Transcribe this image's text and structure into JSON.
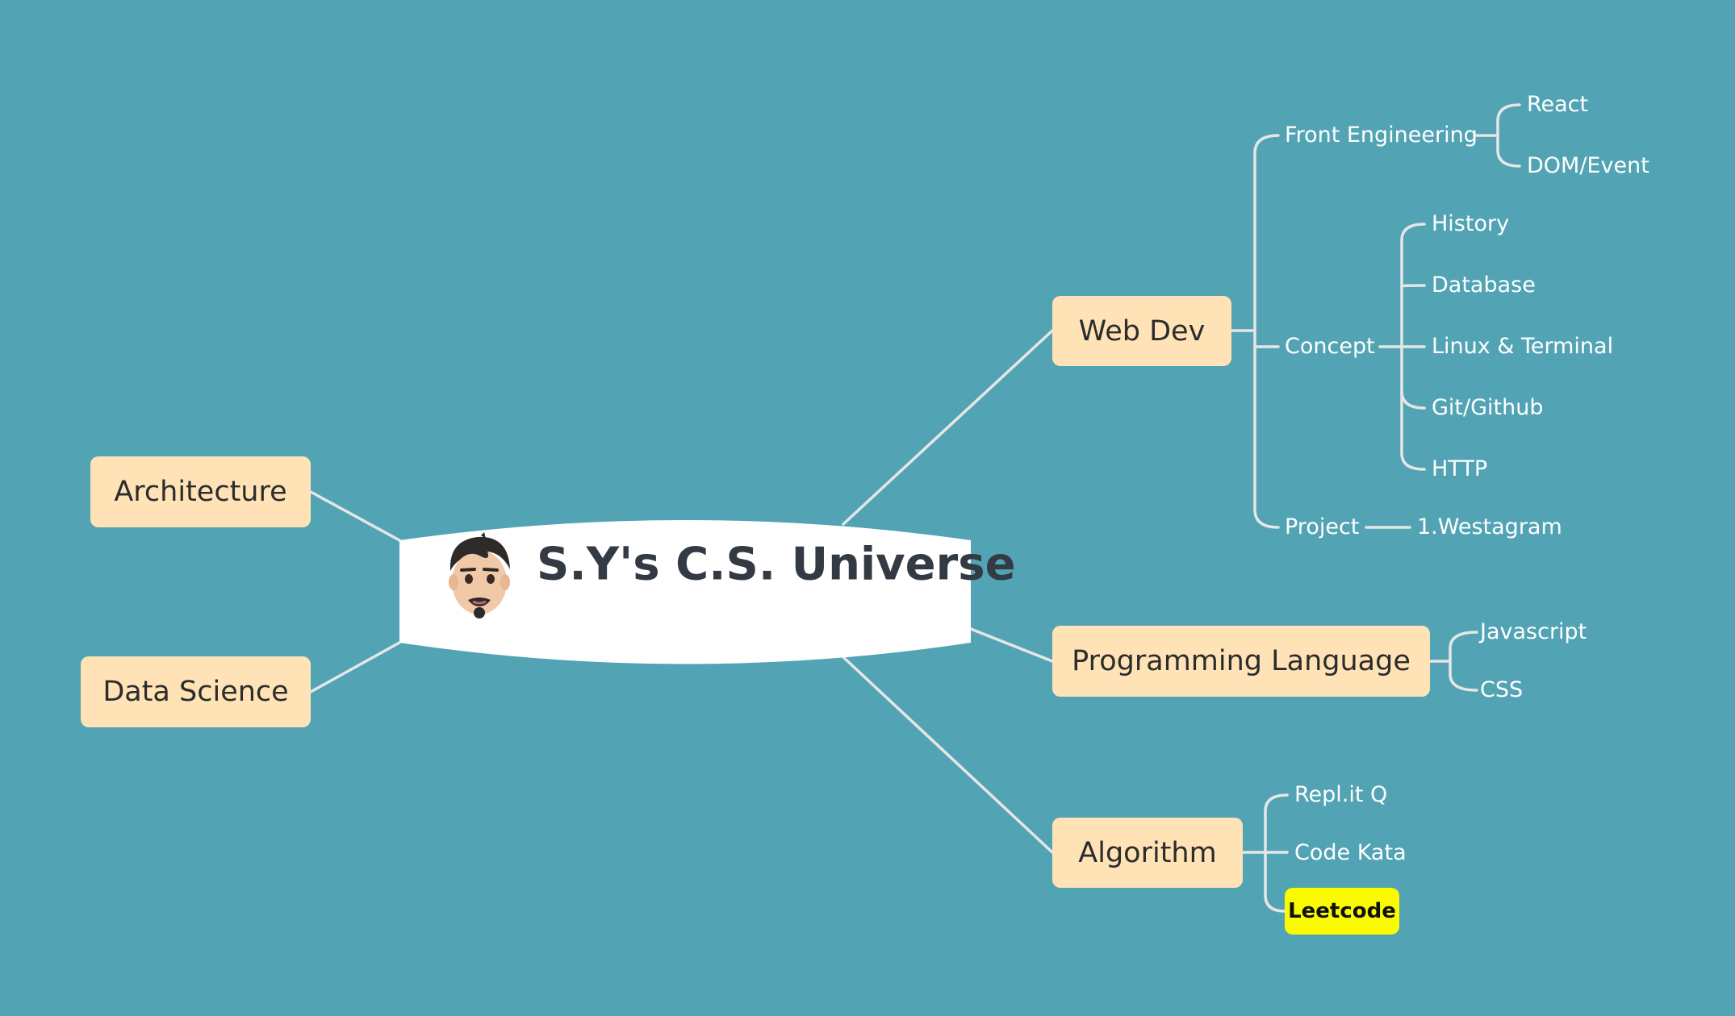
{
  "root": {
    "title": "S.Y's C.S. Universe",
    "avatar_icon": "memoji-avatar-icon"
  },
  "left": {
    "architecture": "Architecture",
    "data_science": "Data Science"
  },
  "webdev": {
    "label": "Web Dev",
    "front": {
      "label": "Front Engineering",
      "react": "React",
      "dom": "DOM/Event"
    },
    "concept": {
      "label": "Concept",
      "history": "History",
      "database": "Database",
      "linux": "Linux & Terminal",
      "git": "Git/Github",
      "http": "HTTP"
    },
    "project": {
      "label": "Project",
      "westagram": "1.Westagram"
    }
  },
  "programming": {
    "label": "Programming Language",
    "javascript": "Javascript",
    "css": "CSS"
  },
  "algorithm": {
    "label": "Algorithm",
    "replit": "Repl.it Q",
    "codekata": "Code Kata",
    "leetcode": "Leetcode"
  },
  "colors": {
    "background": "#52a4b5",
    "topic": "#ffe3b6",
    "highlight": "#fbfb00",
    "connector": "#e6e6e6"
  }
}
